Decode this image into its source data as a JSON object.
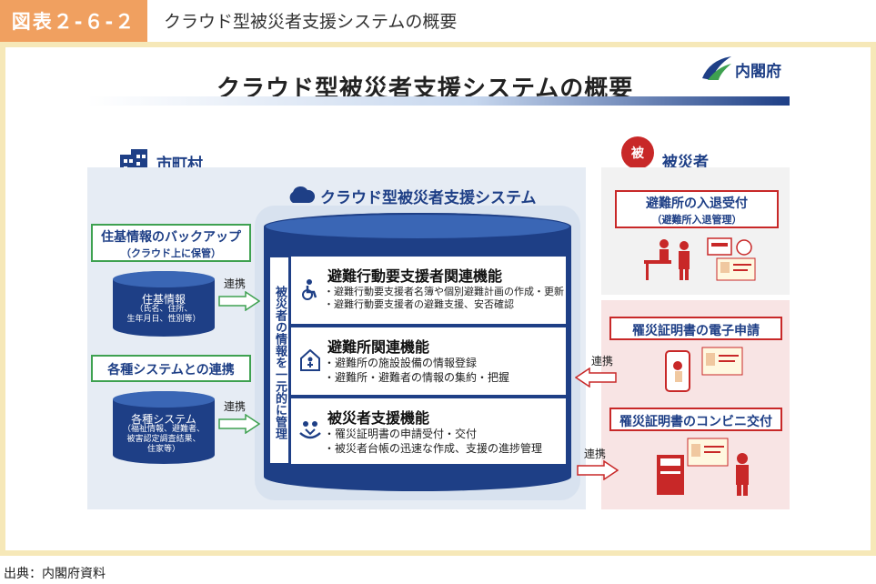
{
  "header": {
    "tag": "図表２-６-２",
    "title": "クラウド型被災者支援システムの概要"
  },
  "diagram": {
    "title": "クラウド型被災者支援システムの概要",
    "org": "内閣府",
    "municipality": "市町村",
    "victims": "被災者",
    "victim_badge": "被",
    "cloud_system": "クラウド型被災者支援システム",
    "backup": {
      "title": "住基情報のバックアップ",
      "sub": "（クラウド上に保管）"
    },
    "juki": {
      "title": "住基情報",
      "sub": "（氏名、住所、\n生年月日、性別等）"
    },
    "systems_title": "各種システムとの連携",
    "systems": {
      "title": "各種システム",
      "sub": "（福祉情報、避難者、\n被害認定調査結果、\n住家等）"
    },
    "link": "連携",
    "vertical": "被災者の情報を一元的に管理",
    "functions": [
      {
        "title": "避難行動要支援者関連機能",
        "lines": [
          "・避難行動要支援者名簿や個別避難計画の作成・更新",
          "・避難行動要支援者の避難支援、安否確認"
        ]
      },
      {
        "title": "避難所関連機能",
        "lines": [
          "・避難所の施設設備の情報登録",
          "・避難所・避難者の情報の集約・把握"
        ]
      },
      {
        "title": "被災者支援機能",
        "lines": [
          "・罹災証明書の申請受付・交付",
          "・被災者台帳の迅速な作成、支援の進捗管理"
        ]
      }
    ],
    "shelter": {
      "title": "避難所の入退受付",
      "sub": "（避難所入退管理）"
    },
    "e_apply": "罹災証明書の電子申請",
    "konbini": "罹災証明書のコンビニ交付"
  },
  "source": "出典：内閣府資料",
  "colors": {
    "navy": "#1e3f86",
    "orange": "#f0a060",
    "green": "#3ea150",
    "red": "#c82828"
  }
}
